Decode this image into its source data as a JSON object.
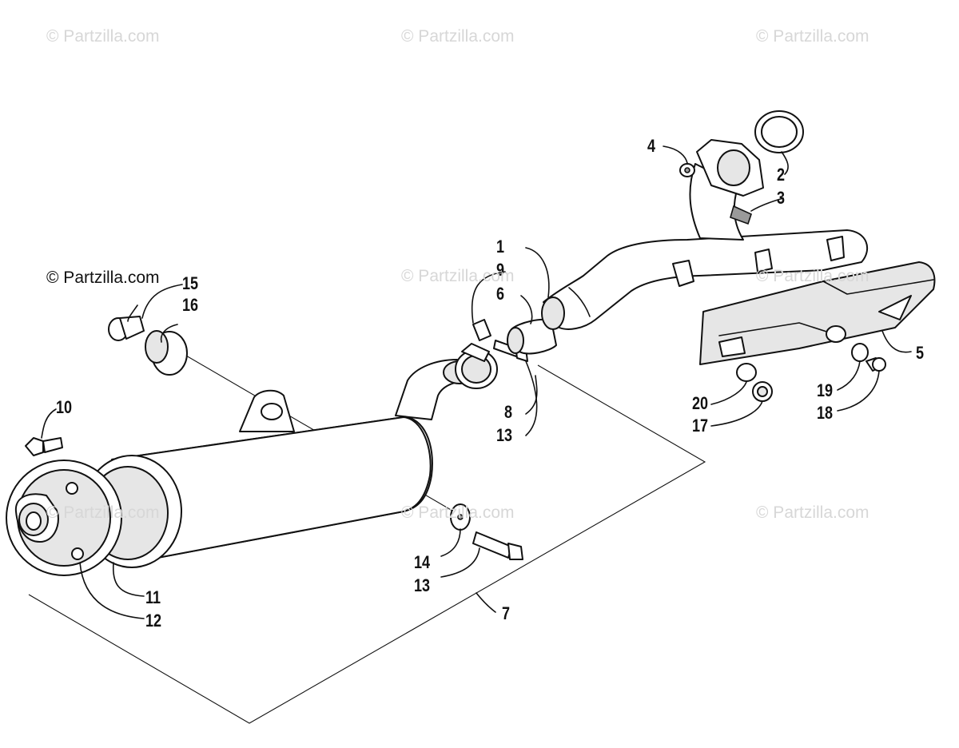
{
  "watermarks": {
    "top_left": "© Partzilla.com",
    "top_center": "© Partzilla.com",
    "top_right": "© Partzilla.com",
    "mid_left_dark": "© Partzilla.com",
    "mid_center": "© Partzilla.com",
    "mid_right": "© Partzilla.com",
    "low_left": "© Partzilla.com",
    "low_center": "© Partzilla.com",
    "low_right": "© Partzilla.com"
  },
  "callouts": {
    "c1": "1",
    "c2": "2",
    "c3": "3",
    "c4": "4",
    "c5": "5",
    "c6": "6",
    "c7": "7",
    "c8": "8",
    "c9": "9",
    "c10": "10",
    "c11": "11",
    "c12": "12",
    "c13a": "13",
    "c13b": "13",
    "c14": "14",
    "c15": "15",
    "c16": "16",
    "c17": "17",
    "c18": "18",
    "c19": "19",
    "c20": "20"
  },
  "colors": {
    "line": "#111111",
    "watermark": "#d7d7d7",
    "background": "#ffffff"
  }
}
